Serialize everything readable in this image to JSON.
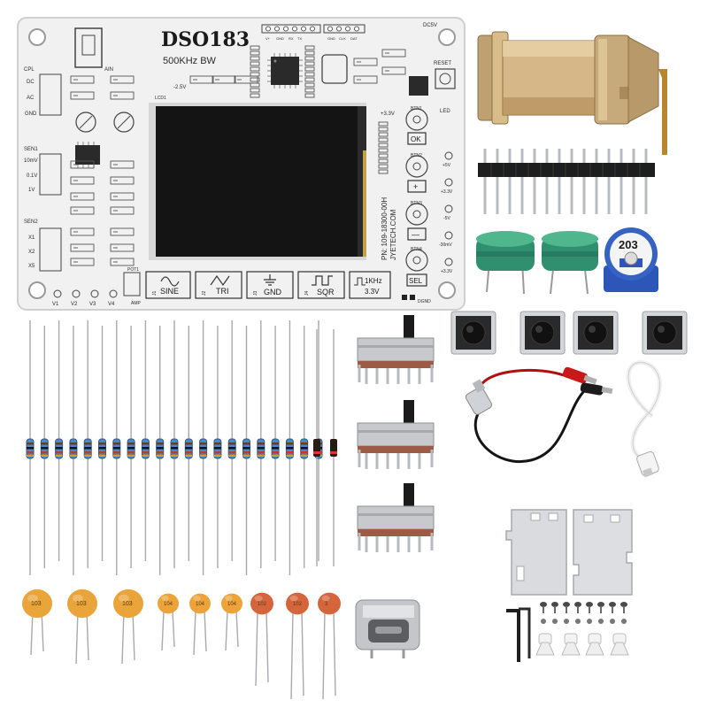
{
  "board": {
    "title": "DSO183",
    "subtitle": "500KHz BW",
    "voltage_label": "-2.5V",
    "ain_label": "AIN",
    "lcd_label": "LCD1",
    "plus33_label": "+3.3V",
    "reset_label": "RESET",
    "led_label": "LED",
    "dc5v_label": "DC5V",
    "pot_label": "POT1",
    "amp_label": "AMP",
    "dgnd_label": "DGND",
    "side_labels": [
      "CPL",
      "DC",
      "AC",
      "GND",
      "SEN1",
      "10mV",
      "0.1V",
      "1V",
      "SEN2",
      "X1",
      "X2",
      "X5"
    ],
    "bottom_pads": [
      "V1",
      "V2",
      "V3",
      "V4"
    ],
    "buttons": [
      {
        "tag": "BTN1",
        "label": "OK"
      },
      {
        "tag": "BTN2",
        "label": "+"
      },
      {
        "tag": "BTN3",
        "label": "—"
      },
      {
        "tag": "BTN4",
        "label": "SEL"
      }
    ],
    "right_pads": [
      "+5V",
      "+3.3V",
      "-5V",
      "-30mV",
      "+3.3V"
    ],
    "pn_text": "PN: 109-18300-00H",
    "brand_text": "JYETECH.COM",
    "bottom_boxes": [
      {
        "jp": "J1",
        "label": "SINE"
      },
      {
        "jp": "J2",
        "label": "TRI"
      },
      {
        "jp": "J3",
        "label": "GND"
      },
      {
        "jp": "J4",
        "label": "SQR"
      },
      {
        "jp": "",
        "label": "1KHz"
      }
    ],
    "freq_sub": "3.3V",
    "header_pins": [
      "V+",
      "GND",
      "RX",
      "TX",
      "GND",
      "CLK",
      "DAT"
    ]
  },
  "components": {
    "pot_marking": "203",
    "cap_markings": [
      "103",
      "103",
      "103",
      "104",
      "104",
      "104",
      "102",
      "102",
      "3"
    ]
  },
  "colors": {
    "pcb": "#f1f1f1",
    "silk": "#2a2a2a",
    "lcd": "#141414",
    "brass": "#c9a66b",
    "green_cap": "#2f8f6e",
    "ceramic_orange": "#e9a43a",
    "ceramic_red": "#d4653c",
    "pot_blue": "#2d56b8",
    "header_black": "#1e1e1e",
    "aluminium": "#d9dbde"
  }
}
